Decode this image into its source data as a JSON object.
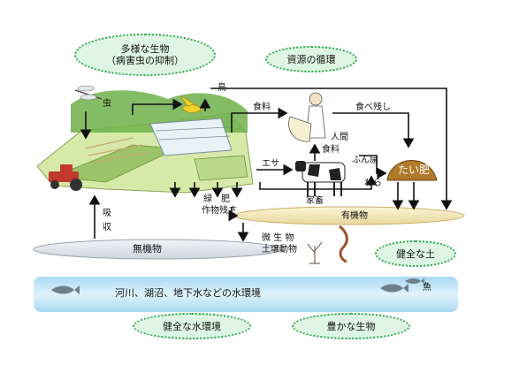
{
  "bubbles": {
    "diversity_line1": "多様な生物",
    "diversity_line2": "（病害虫の抑制）",
    "resource_cycle": "資源の循環",
    "healthy_soil": "健全な土",
    "healthy_water": "健全な水環境",
    "rich_life": "豊かな生物"
  },
  "labels": {
    "insect": "虫",
    "bird": "鳥",
    "food": "食料",
    "leftovers": "食べ残し",
    "human": "人間",
    "food2": "食料",
    "feed": "エサ",
    "manure": "ふん尿",
    "compost": "たい肥",
    "straw": "わら",
    "livestock": "家畜",
    "green_manure": "緑　肥",
    "crop_residue": "作物残さ",
    "absorption_1": "吸",
    "absorption_2": "収",
    "organic": "有機物",
    "microbes": "微 生 物",
    "soil_animals": "土壌動物",
    "inorganic": "無機物",
    "water_env": "河川、湖沼、地下水などの水環境",
    "fish": "魚"
  },
  "colors": {
    "bubble_fill": "#dff5e4",
    "bubble_border": "#2aa84a",
    "soil_band": "#f2e6b8",
    "water": "#bfe3f5",
    "inorganic_band": "#dfe3e8"
  }
}
